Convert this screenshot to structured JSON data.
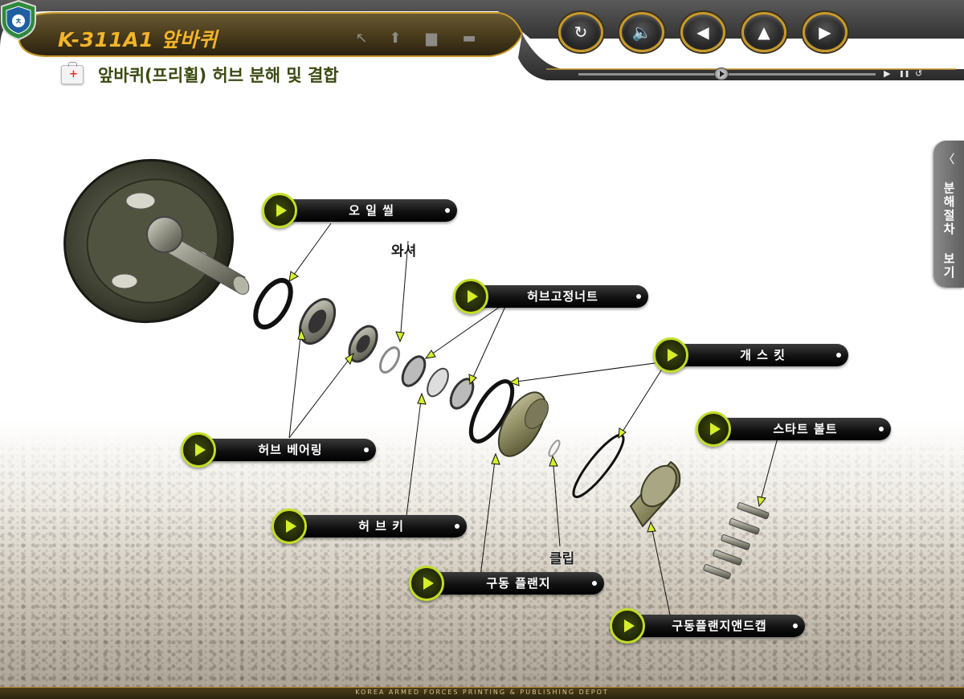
{
  "app": {
    "title": "K-311A1 앞바퀴",
    "subtitle": "앞바퀴(프리휠) 허브 분해 및 결합"
  },
  "toolbar": {
    "icons": [
      "pointer-icon",
      "upload-icon",
      "document-icon",
      "folder-icon"
    ]
  },
  "nav": {
    "buttons": [
      {
        "name": "replay-button",
        "icon": "↻"
      },
      {
        "name": "sound-button",
        "icon": "🔈"
      },
      {
        "name": "prev-button",
        "icon": "◀"
      },
      {
        "name": "up-button",
        "icon": "▲"
      },
      {
        "name": "next-button",
        "icon": "▶"
      }
    ]
  },
  "player": {
    "progress": 0.48,
    "play_icon": "▶",
    "pause_icon": "❚❚",
    "repeat_icon": "↺"
  },
  "side_tab": {
    "chevron": "〈",
    "label": "분해절차 보기"
  },
  "parts": {
    "oil_seal": "오 일 씰",
    "washer": "와셔",
    "hub_lock_nut": "허브고정너트",
    "gasket": "개 스 킷",
    "start_bolt": "스타트 볼트",
    "hub_bearing": "허브 베어링",
    "hub_key": "허 브 키",
    "clip": "클립",
    "drive_flange": "구동 플랜지",
    "drive_flange_end_cap": "구동플랜지앤드캡"
  },
  "footer": {
    "text": "KOREA ARMED FORCES PRINTING & PUBLISHING DEPOT"
  },
  "colors": {
    "accent_gold": "#f2b42a",
    "play_green": "#c3dd24",
    "subtitle_olive": "#3a4a10"
  }
}
